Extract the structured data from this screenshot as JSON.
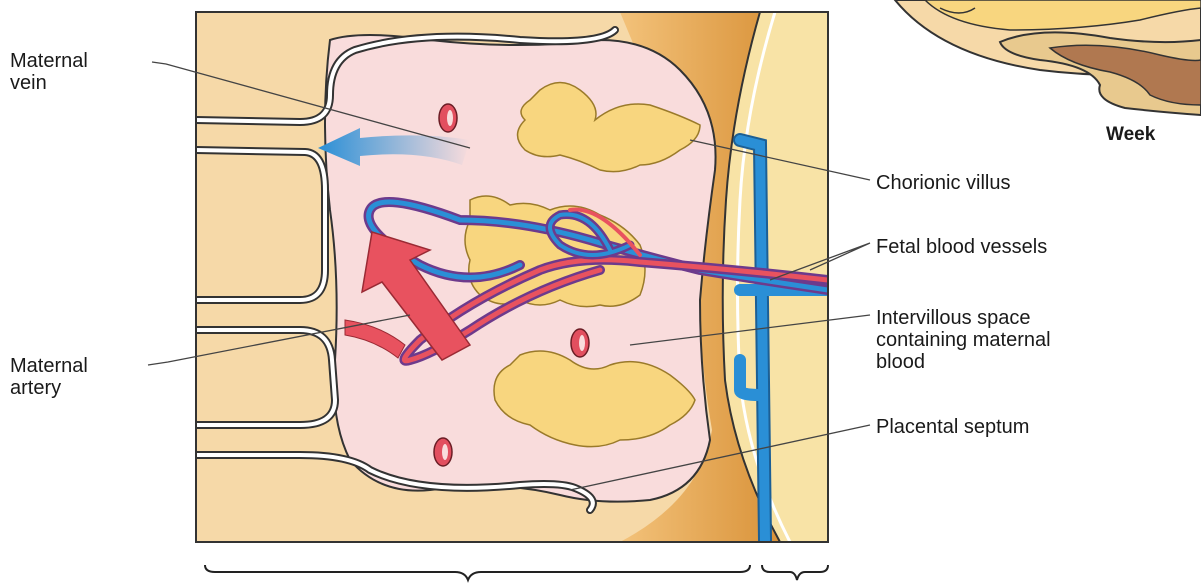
{
  "labels": {
    "maternal_vein": "Maternal\nvein",
    "maternal_artery": "Maternal\nartery",
    "chorionic_villus": "Chorionic villus",
    "fetal_blood_vessels": "Fetal blood vessels",
    "intervillous_space": "Intervillous space\ncontaining maternal\nblood",
    "placental_septum": "Placental septum",
    "week": "Week"
  },
  "colors": {
    "maternal_tissue": "#f6d9a8",
    "intervillous_blood": "#f9dcdc",
    "villus": "#f8d67f",
    "artery": "#e8525f",
    "vein": "#2a8fd6",
    "chorionic_plate": "#d8902f"
  }
}
